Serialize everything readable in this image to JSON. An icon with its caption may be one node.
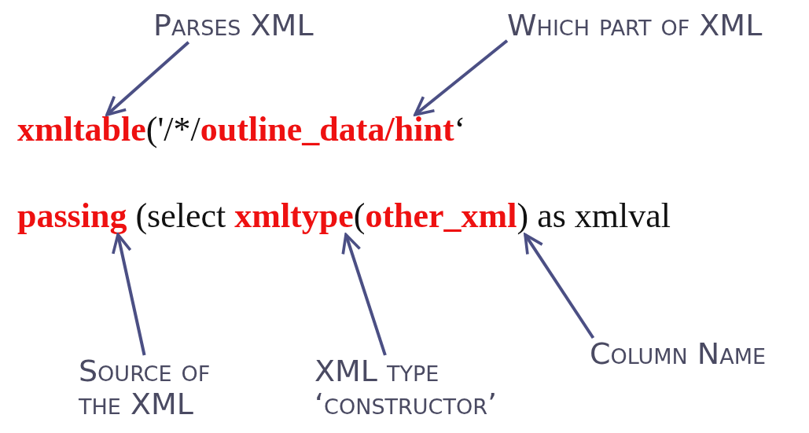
{
  "diagram": {
    "nodes": [
      {
        "text": [
          "**xmltable**('/*/**outline_data/hint**‘"
        ]
      },
      {
        "text": [
          "**passing** (select **xmltype**(**other_xml**) as xmlval"
        ]
      },
      {
        "text": [
          "Parses XML"
        ]
      },
      {
        "text": [
          "Which part of XML"
        ]
      },
      {
        "text": [
          "Source of the XML"
        ]
      },
      {
        "text": [
          "XML type ‘constructor’"
        ]
      },
      {
        "text": [
          "Column Name"
        ]
      }
    ],
    "edges": [
      {
        "from": 2,
        "to": 0,
        "arrow": "to"
      },
      {
        "from": 3,
        "to": 0,
        "arrow": "to"
      },
      {
        "from": 4,
        "to": 1,
        "arrow": "to"
      },
      {
        "from": 5,
        "to": 1,
        "arrow": "to"
      },
      {
        "from": 6,
        "to": 1,
        "arrow": "to"
      }
    ]
  }
}
